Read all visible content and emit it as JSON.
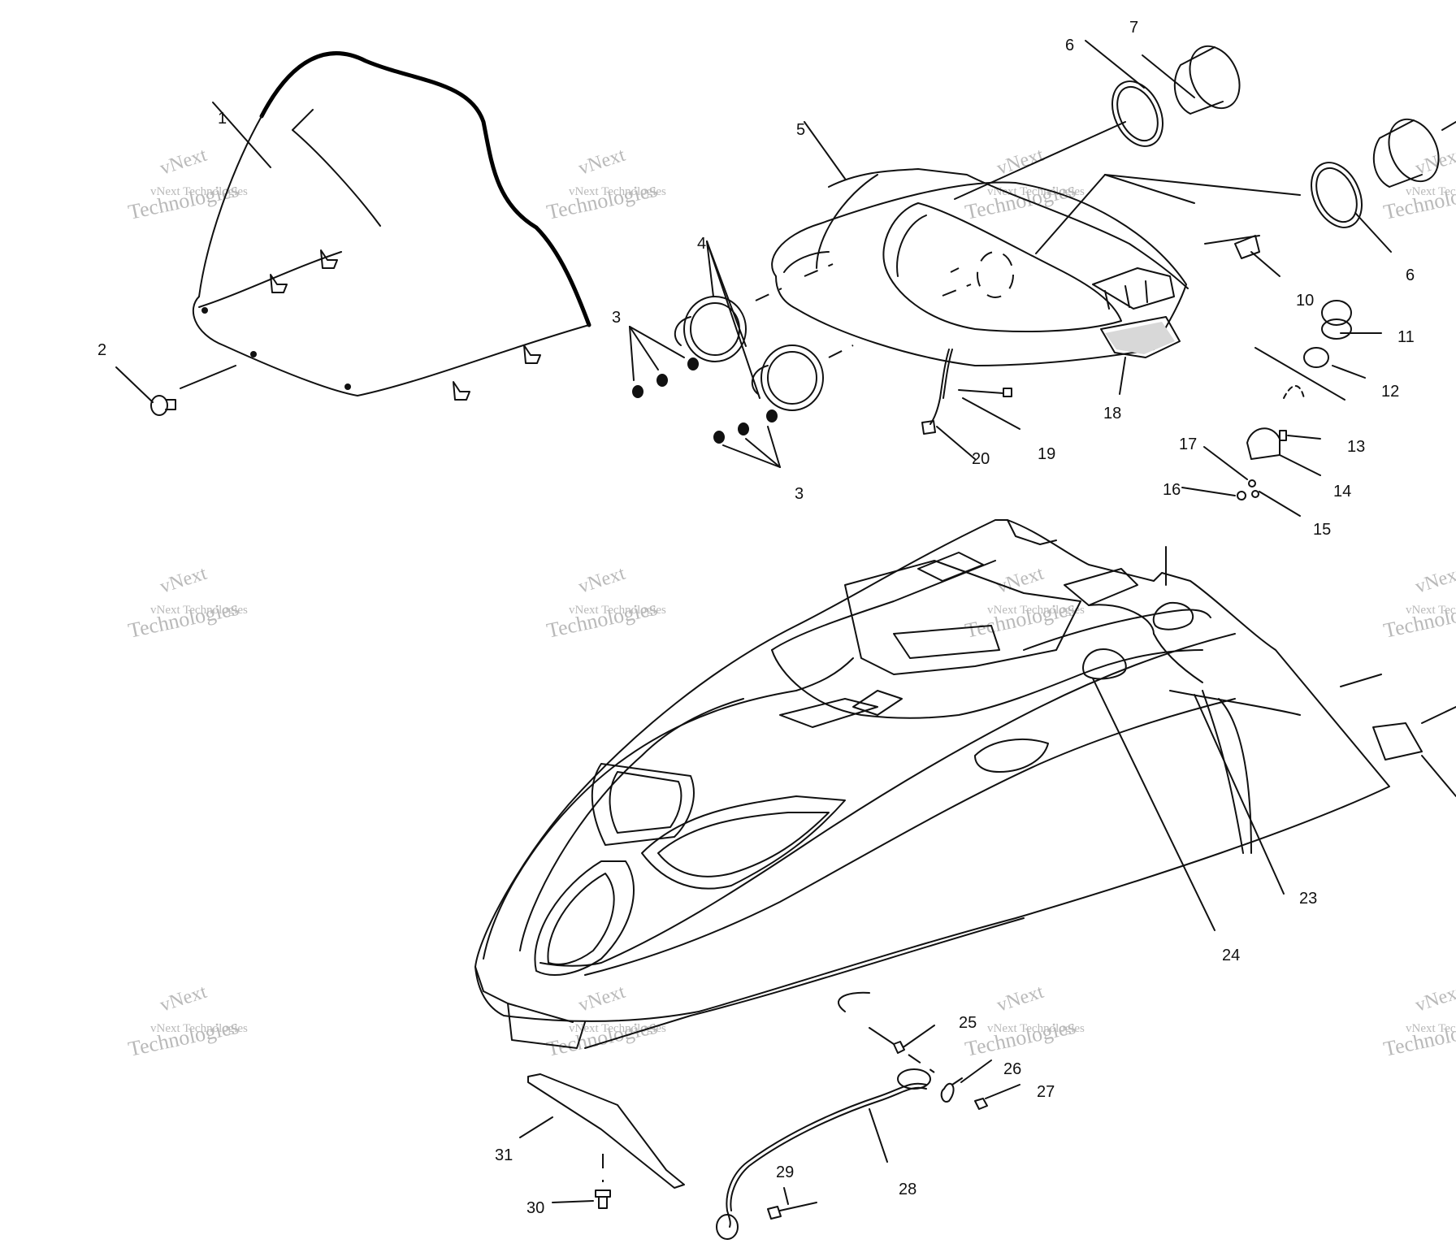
{
  "diagram": {
    "watermark": {
      "line1": "vNext",
      "line2": "vNext Technologies",
      "line3": "Technologies"
    },
    "callouts": [
      {
        "id": "c1",
        "text": "1"
      },
      {
        "id": "c2",
        "text": "2"
      },
      {
        "id": "c3a",
        "text": "3"
      },
      {
        "id": "c3b",
        "text": "3"
      },
      {
        "id": "c4",
        "text": "4"
      },
      {
        "id": "c5",
        "text": "5"
      },
      {
        "id": "c6a",
        "text": "6"
      },
      {
        "id": "c6b",
        "text": "6"
      },
      {
        "id": "c7",
        "text": "7"
      },
      {
        "id": "c10",
        "text": "10"
      },
      {
        "id": "c11",
        "text": "11"
      },
      {
        "id": "c12",
        "text": "12"
      },
      {
        "id": "c13",
        "text": "13"
      },
      {
        "id": "c14",
        "text": "14"
      },
      {
        "id": "c15",
        "text": "15"
      },
      {
        "id": "c16",
        "text": "16"
      },
      {
        "id": "c17",
        "text": "17"
      },
      {
        "id": "c18",
        "text": "18"
      },
      {
        "id": "c19",
        "text": "19"
      },
      {
        "id": "c20",
        "text": "20"
      },
      {
        "id": "c23",
        "text": "23"
      },
      {
        "id": "c24",
        "text": "24"
      },
      {
        "id": "c25",
        "text": "25"
      },
      {
        "id": "c26",
        "text": "26"
      },
      {
        "id": "c27",
        "text": "27"
      },
      {
        "id": "c28",
        "text": "28"
      },
      {
        "id": "c29",
        "text": "29"
      },
      {
        "id": "c30",
        "text": "30"
      },
      {
        "id": "c31",
        "text": "31"
      }
    ]
  }
}
